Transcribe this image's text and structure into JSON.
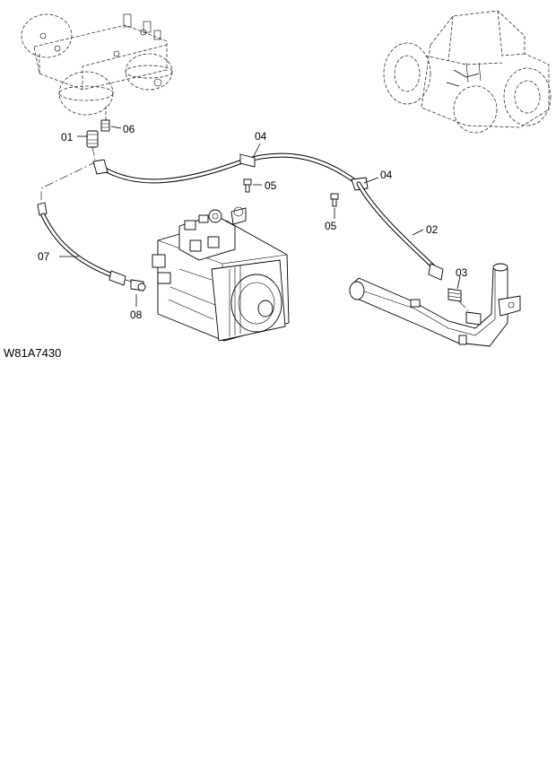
{
  "drawing_code": "W81A7430",
  "callouts": {
    "c01": "01",
    "c02": "02",
    "c03": "03",
    "c04a": "04",
    "c04b": "04",
    "c05a": "05",
    "c05b": "05",
    "c06": "06",
    "c07": "07",
    "c08": "08"
  }
}
